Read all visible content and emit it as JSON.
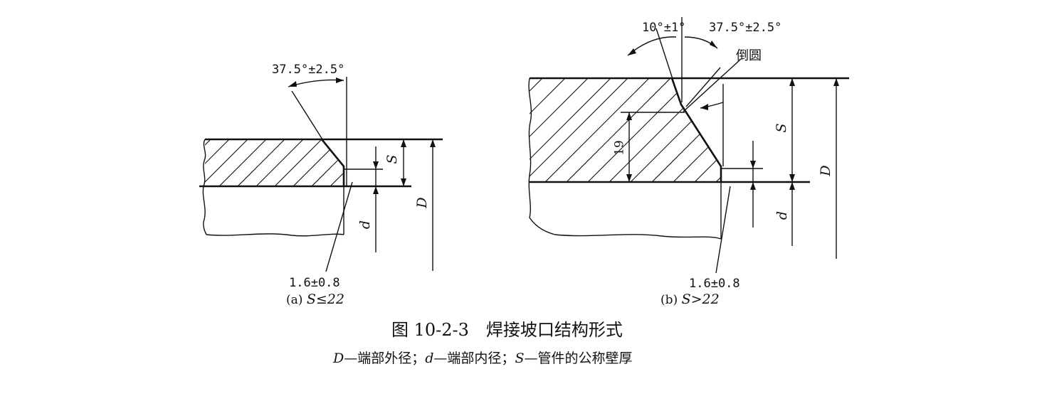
{
  "figure_a": {
    "angle_label": "37.5°±2.5°",
    "thickness_label": "S",
    "inner_label": "d",
    "outer_label": "D",
    "root_label": "1.6±0.8",
    "caption_prefix": "(a) ",
    "caption_condition": "S≤22"
  },
  "figure_b": {
    "angle_small_label": "10°±1°",
    "angle_large_label": "37.5°±2.5°",
    "round_label": "倒圆",
    "height_label": "19",
    "thickness_label": "S",
    "inner_label": "d",
    "outer_label": "D",
    "root_label": "1.6±0.8",
    "caption_prefix": "(b) ",
    "caption_condition": "S>22"
  },
  "caption": {
    "title": "图 10-2-3　焊接坡口结构形式",
    "legend_D": "D",
    "legend_D_text": "—端部外径；",
    "legend_d": "d",
    "legend_d_text": "—端部内径；",
    "legend_S": "S",
    "legend_S_text": "—管件的公称壁厚"
  }
}
